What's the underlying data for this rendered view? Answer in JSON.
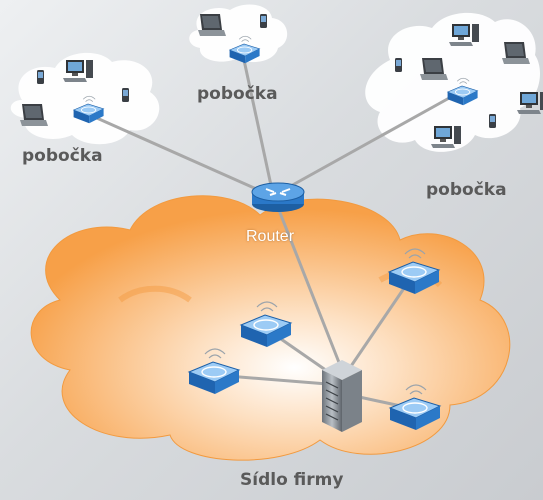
{
  "labels": {
    "branch_1": "pobočka",
    "branch_2": "pobočka",
    "branch_3": "pobočka",
    "router": "Router",
    "headquarters": "Sídlo firmy"
  },
  "colors": {
    "hq_cloud": "#f7a048",
    "branch_cloud": "#ffffff",
    "link": "#a8a8a8",
    "access_point": "#2f7fd4",
    "router": "#2a78c8"
  },
  "icons": {
    "branch_devices": [
      "laptop-icon",
      "desktop-computer-icon",
      "mobile-phone-icon",
      "wireless-access-point-icon"
    ],
    "hq_devices": [
      "server-rack-icon",
      "wireless-access-point-icon"
    ],
    "core": "router-icon"
  }
}
